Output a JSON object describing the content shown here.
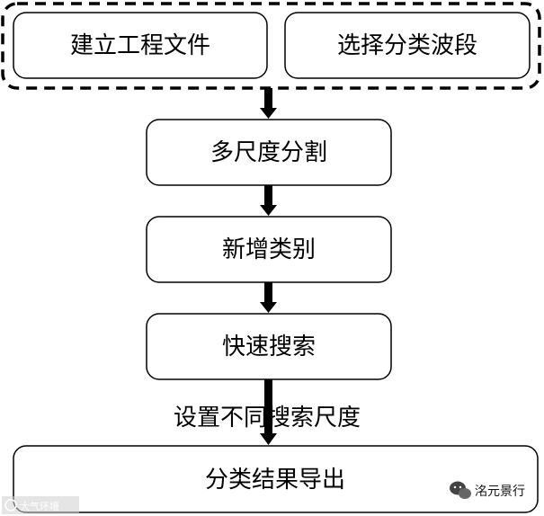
{
  "diagram": {
    "group_nodes": [
      "建立工程文件",
      "选择分类波段"
    ],
    "steps": [
      "多尺度分割",
      "新增类别",
      "快速搜索"
    ],
    "edge_label": "设置不同搜索尺度",
    "final_node": "分类结果导出"
  },
  "watermark": {
    "left_text": "大气环境",
    "right_text": "洺元景行"
  },
  "colors": {
    "stroke": "#000000",
    "background": "#ffffff"
  }
}
